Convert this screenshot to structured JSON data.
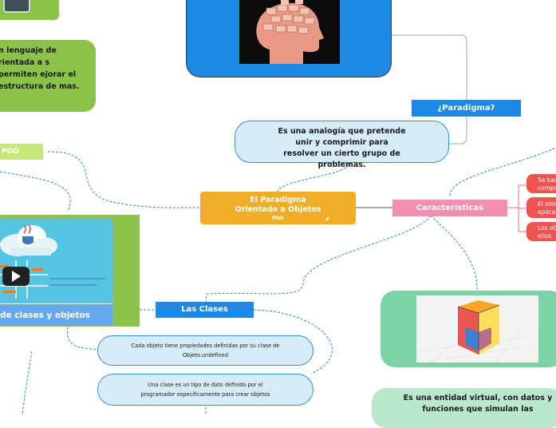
{
  "central": {
    "title": "El Paradigma Orientado a Objetos",
    "subtitle": "POO"
  },
  "paradigma": {
    "label": "¿Paradigma?",
    "definition": "Es una analogía que pretende unir y comprimir para resolver un cierto grupo de problemas."
  },
  "left_definition": {
    "text": "n lenguaje de rientada a s permiten ejorar el estructura de mas."
  },
  "poo_label": "POO",
  "video": {
    "caption": "de clases y objetos"
  },
  "las_clases": {
    "label": "Las Clases",
    "items": [
      "Cada objeto tiene propiedades definidas por su clase de Objeto.undefined",
      "Una clase es un tipo de dato definido por el programador específicamente para crear objetos"
    ]
  },
  "caracteristicas": {
    "label": "Características",
    "items": [
      "Se bas compo",
      "El siste aplica",
      "Los ob ellos."
    ]
  },
  "objeto_definition": {
    "text": "Es una entidad virtual, con datos y funciones que simulan las"
  },
  "colors": {
    "accent_blue": "#1e88e5",
    "central": "#f0ad27",
    "green": "#8bc34a",
    "pink": "#f48fb1",
    "red": "#ef5350",
    "bubble": "#d6ecf8"
  }
}
